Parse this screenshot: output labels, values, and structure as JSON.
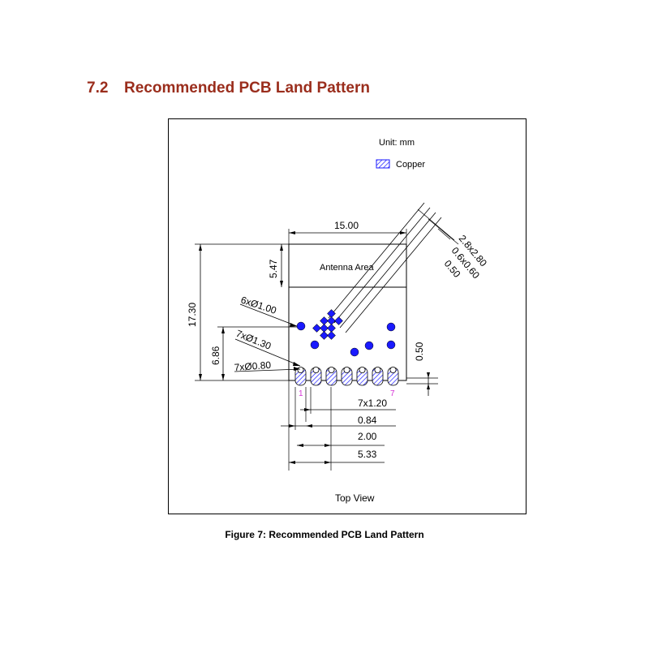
{
  "section": {
    "number": "7.2",
    "title": "Recommended PCB Land Pattern"
  },
  "figure": {
    "unit_label": "Unit: mm",
    "legend_copper": "Copper",
    "antenna_area": "Antenna Area",
    "top_view": "Top View",
    "dims": {
      "width_total": "15.00",
      "height_total": "17.30",
      "antenna_height": "5.47",
      "pad_region_height": "6.86",
      "edge_offset": "0.50",
      "pad_size": "2.8x2.80",
      "pad_hole": "0.6x0.60",
      "pad_gap": "0.50",
      "holes_6": "6xØ1.00",
      "holes_7a": "7xØ1.30",
      "holes_7b": "7xØ0.80",
      "pitch": "7x1.20",
      "pad_width": "0.84",
      "first_pad": "2.00",
      "first_pad_offset": "5.33"
    },
    "pin_first": "1",
    "pin_last": "7",
    "colors": {
      "copper": "#1a1aff",
      "pin_label": "#d633d6",
      "heading": "#9a2d1c"
    }
  },
  "caption": "Figure 7: Recommended PCB Land Pattern"
}
